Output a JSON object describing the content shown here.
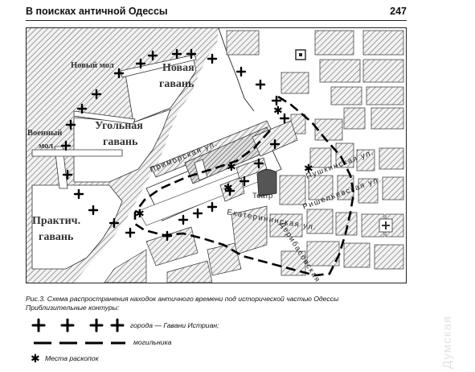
{
  "header": {
    "title": "В поисках античной Одессы",
    "page_number": "247"
  },
  "map": {
    "labels": {
      "noviy_mol": "Новый мол",
      "novaya_gavan_1": "Новая",
      "novaya_gavan_2": "гавань",
      "ugolnaya_gavan_1": "Угольная",
      "ugolnaya_gavan_2": "гавань",
      "voenniy_mol_1": "Военный",
      "voenniy_mol_2": "мол",
      "praktich_gavan_1": "Практич.",
      "praktich_gavan_2": "гавань",
      "primorskaya": "Приморская ул.",
      "teatr": "Театр",
      "pushkinskaya": "Пушкинская ул.",
      "rishelevskaya": "Ришельевская ул.",
      "ekaterininskaya": "Екатерининская ул.",
      "deribasovskaya": "Дерибасовская ул."
    }
  },
  "caption": {
    "line1": "Рис.3. Схема распространения находок античного времени под исторической частью Одессы",
    "line2": "Приблизительные контуры:"
  },
  "legend": {
    "city_label": "города — Гавани Истриан;",
    "necropolis_label": "могильника",
    "excavations_label": "Места раскопок"
  },
  "watermark": "Думская"
}
